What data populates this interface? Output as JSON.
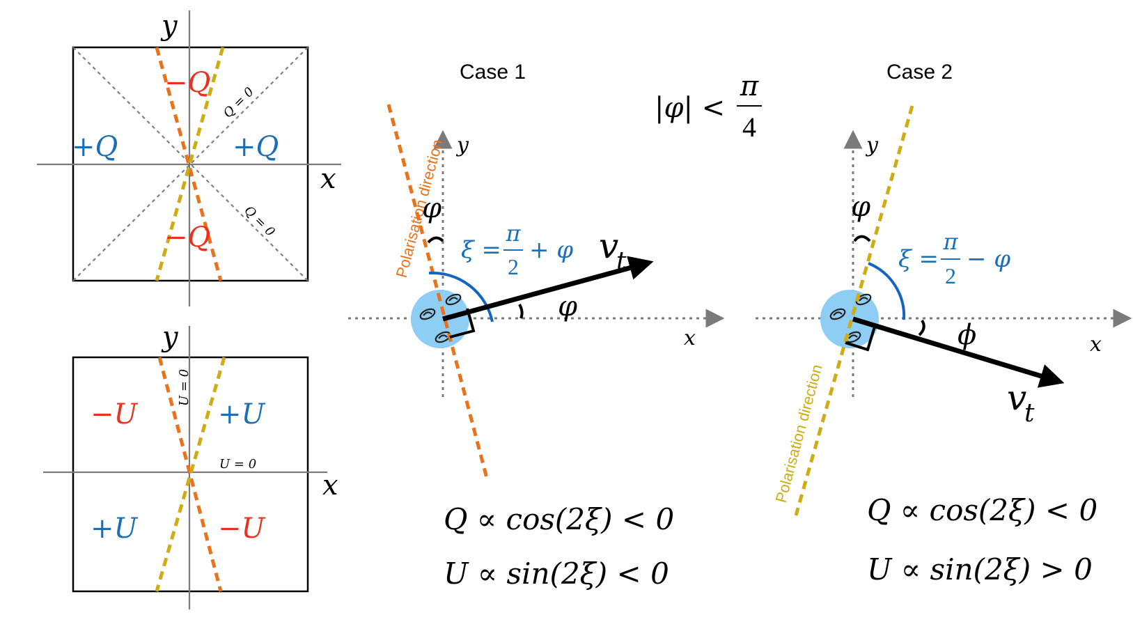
{
  "colors": {
    "orange": "#E8731C",
    "gold": "#CDAC16",
    "red": "#E8311E",
    "blue": "#1A6FB5",
    "arc_blue": "#1565C0",
    "halo": "#8ECDF4",
    "axis_gray": "#7a7a7a",
    "black": "#000000"
  },
  "q_panel": {
    "x_label": "x",
    "y_label": "y",
    "minus_q_top": "−Q",
    "minus_q_bottom": "−Q",
    "plus_q_left": "+Q",
    "plus_q_right": "+Q",
    "q_zero_upper": "Q = 0",
    "q_zero_lower": "Q = 0"
  },
  "u_panel": {
    "x_label": "x",
    "y_label": "y",
    "minus_u_left": "−U",
    "plus_u_right": "+U",
    "plus_u_left": "+U",
    "minus_u_right": "−U",
    "u_zero_vertical": "U = 0",
    "u_zero_horizontal": "U = 0"
  },
  "condition": {
    "lhs": "|φ| <",
    "numerator": "π",
    "denominator": "4"
  },
  "case1": {
    "title": "Case 1",
    "x_label": "x",
    "y_label": "y",
    "phi_top": "φ",
    "phi_side": "φ",
    "xi_lhs": "ξ =",
    "xi_num": "π",
    "xi_den": "2",
    "xi_rhs": "+ φ",
    "v_label": "v",
    "v_sub": "t",
    "pol_label": "Polarisation direction",
    "q_formula": "Q ∝ cos(2ξ) < 0",
    "u_formula": "U ∝ sin(2ξ) < 0"
  },
  "case2": {
    "title": "Case 2",
    "x_label": "x",
    "y_label": "y",
    "phi_top": "φ",
    "phi_side": "ϕ",
    "xi_lhs": "ξ =",
    "xi_num": "π",
    "xi_den": "2",
    "xi_rhs": "− φ",
    "v_label": "v",
    "v_sub": "t",
    "pol_label": "Polarisation direction",
    "q_formula": "Q ∝ cos(2ξ) < 0",
    "u_formula": "U ∝ sin(2ξ) > 0"
  }
}
